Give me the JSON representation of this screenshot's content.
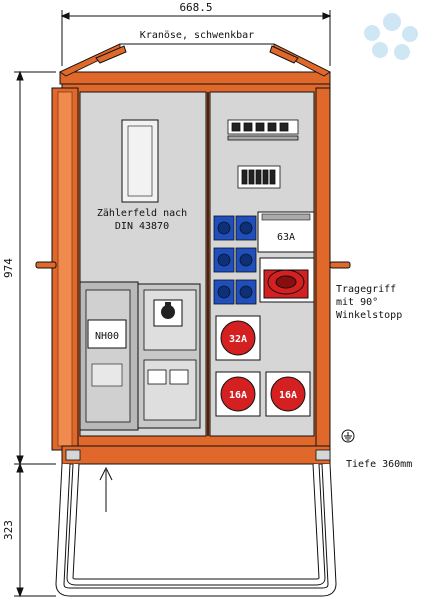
{
  "dimensions": {
    "width_label": "668.5",
    "height_label": "974",
    "stand_label": "323"
  },
  "labels": {
    "crane_eye": "Kranöse, schwenkbar",
    "meter_field_line1": "Zählerfeld nach",
    "meter_field_line2": "DIN 43870",
    "nh_fuse": "NH00",
    "main_breaker": "63A",
    "handle_line1": "Tragegriff",
    "handle_line2": "mit 90°",
    "handle_line3": "Winkelstopp",
    "depth": "Tiefe 360mm"
  },
  "cee_sockets": [
    {
      "rating": "32A"
    },
    {
      "rating": "16A"
    },
    {
      "rating": "16A"
    }
  ],
  "colors": {
    "housing": "#e0682a",
    "housing_dark": "#8a3a12",
    "panel": "#d6d6d6",
    "schuko_blue": "#1f4fbf",
    "cee_red": "#d42020",
    "watermark": "#cfe6f5"
  },
  "icons": [
    "water-drops-logo-icon",
    "ground-symbol-icon",
    "lift-arrow-icon"
  ]
}
